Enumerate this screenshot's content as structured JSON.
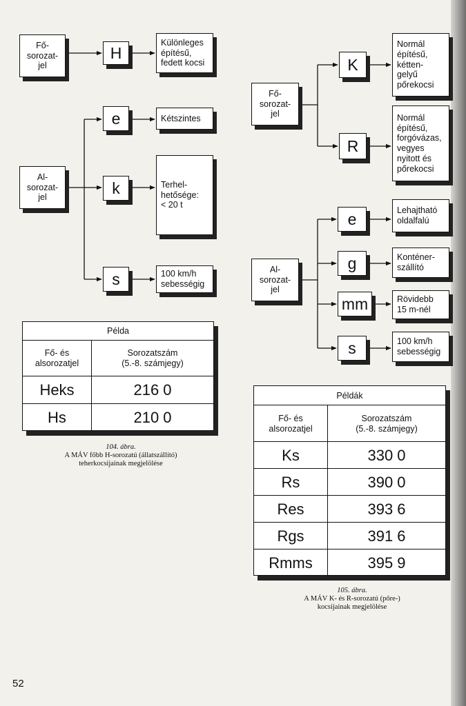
{
  "left": {
    "fo_label": "Fő-\nsorozat-\njel",
    "al_label": "Al-\nsorozat-\njel",
    "fo_letter": "H",
    "fo_desc": "Különleges\népítésű,\nfedett kocsi",
    "al_items": [
      {
        "letter": "e",
        "desc": "Kétszintes"
      },
      {
        "letter": "k",
        "desc": "Terhel-\nhetősége:\n< 20 t"
      },
      {
        "letter": "s",
        "desc": "100 km/h\nsebességig"
      }
    ],
    "table": {
      "title": "Példa",
      "col1": "Fő- és\nalsorozatjel",
      "col2": "Sorozatszám\n(5.-8. számjegy)",
      "rows": [
        {
          "code": "Heks",
          "num": "216 0"
        },
        {
          "code": "Hs",
          "num": "210 0"
        }
      ]
    },
    "caption_num": "104. ábra.",
    "caption_text": "A MÁV főbb H-sorozatú (állatszállító)\nteherkocsijainak megjelölése"
  },
  "right": {
    "fo_label": "Fő-\nsorozat-\njel",
    "al_label": "Al-\nsorozat-\njel",
    "fo_items": [
      {
        "letter": "K",
        "desc": "Normál\népítésű,\nkétten-\ngelyű\npőrekocsi"
      },
      {
        "letter": "R",
        "desc": "Normál\népítésű,\nforgóvázas,\nvegyes\nnyitott és\npőrekocsi"
      }
    ],
    "al_items": [
      {
        "letter": "e",
        "desc": "Lehajtható\noldalfalú"
      },
      {
        "letter": "g",
        "desc": "Konténer-\nszállító"
      },
      {
        "letter": "mm",
        "desc": "Rövidebb\n15 m-nél"
      },
      {
        "letter": "s",
        "desc": "100 km/h\nsebességig"
      }
    ],
    "table": {
      "title": "Példák",
      "col1": "Fő- és\nalsorozatjel",
      "col2": "Sorozatszám\n(5.-8. számjegy)",
      "rows": [
        {
          "code": "Ks",
          "num": "330 0"
        },
        {
          "code": "Rs",
          "num": "390 0"
        },
        {
          "code": "Res",
          "num": "393 6"
        },
        {
          "code": "Rgs",
          "num": "391 6"
        },
        {
          "code": "Rmms",
          "num": "395 9"
        }
      ]
    },
    "caption_num": "105. ábra.",
    "caption_text": "A MÁV K- és R-sorozatú (pőre-)\nkocsijainak megjelölése"
  },
  "page_number": "52"
}
